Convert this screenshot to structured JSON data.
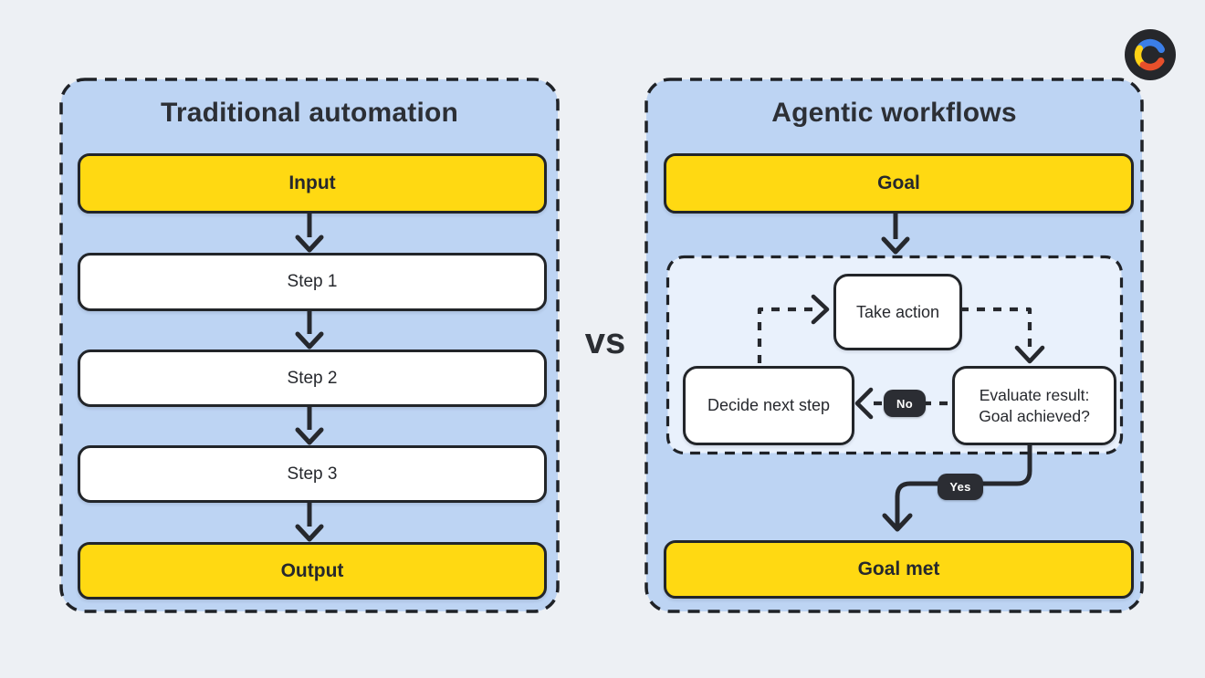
{
  "vs_label": "vs",
  "logo": {
    "icon": "c-ring-logo"
  },
  "left_panel": {
    "title": "Traditional automation",
    "boxes": [
      {
        "label": "Input",
        "type": "accent"
      },
      {
        "label": "Step 1",
        "type": "plain"
      },
      {
        "label": "Step 2",
        "type": "plain"
      },
      {
        "label": "Step 3",
        "type": "plain"
      },
      {
        "label": "Output",
        "type": "accent"
      }
    ]
  },
  "right_panel": {
    "title": "Agentic workflows",
    "goal_label": "Goal",
    "loop": {
      "take_action_label": "Take action",
      "decide_next_step_label": "Decide next step",
      "evaluate_line1": "Evaluate result:",
      "evaluate_line2": "Goal achieved?",
      "no_label": "No",
      "yes_label": "Yes"
    },
    "goal_met_label": "Goal met"
  },
  "colors": {
    "page_background": "#edf0f4",
    "panel_blue": "#bdd4f3",
    "loop_background": "#e9f1fc",
    "accent_yellow": "#ffd912",
    "ink": "#26282d",
    "pill_dark": "#2b2d33",
    "logo_blue": "#3b7ee8",
    "logo_yellow": "#ffd215",
    "logo_orange": "#e8502b"
  }
}
